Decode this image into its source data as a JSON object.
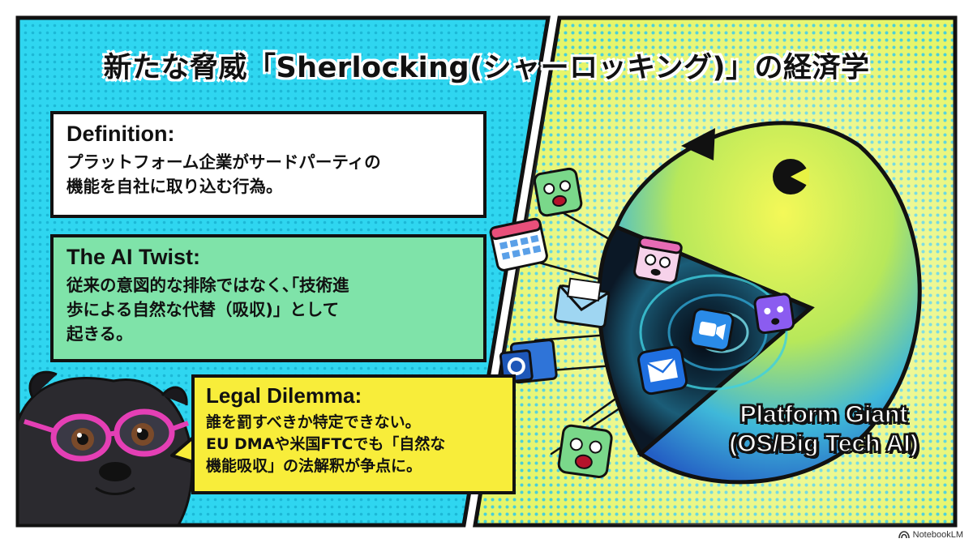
{
  "title": "新たな脅威「Sherlocking(シャーロッキング)」の経済学",
  "definition": {
    "heading": "Definition:",
    "body": "プラットフォーム企業がサードパーティの\n機能を自社に取り込む行為。"
  },
  "ai_twist": {
    "heading": "The AI Twist:",
    "body": "従来の意図的な排除ではなく､｢技術進\n歩による自然な代替（吸収)」として\n起きる。"
  },
  "legal_dilemma": {
    "heading": "Legal Dilemma:",
    "body": "誰を罰すべきか特定できない。\nEU DMAや米国FTCでも「自然な\n機能吸収」の法解釈が争点に。"
  },
  "giant_label": {
    "line1": "Platform Giant",
    "line2": "(OS/Big Tech AI)"
  },
  "brand": "NotebookLM",
  "colors": {
    "left_panel": "#2fd6f0",
    "right_panel": "#e6f56a",
    "twist_box": "#7fe3a9",
    "legal_box": "#f8ed3a",
    "giant_yellow": "#e8f244",
    "giant_blue": "#2b8fe0",
    "app_green": "#7ad88a",
    "glasses_pink": "#e43fb5"
  },
  "icons": [
    "calendar-icon",
    "mail-icon",
    "outlook-icon",
    "video-call-icon",
    "chat-icon"
  ]
}
